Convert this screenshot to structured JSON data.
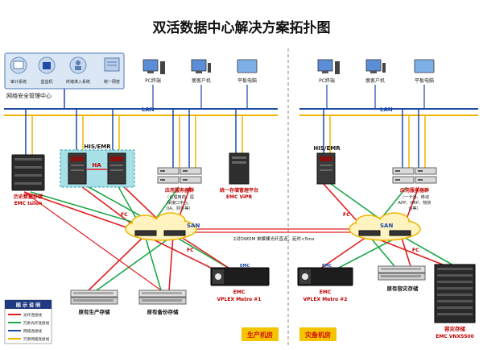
{
  "title": "双活数据中心解决方案拓扑图",
  "mgmt_center": {
    "label": "网络安全管理中心",
    "systems": [
      "审计系统",
      "堡垒机",
      "终端准入系统",
      "统一网管"
    ]
  },
  "lan_label": "LAN",
  "san_label": "SAN",
  "fc_label": "FC",
  "left": {
    "pc": "PC终端",
    "thin_client": "瘦客户机",
    "tablet": "平板电脑",
    "his_emr": "HIS/EMR",
    "ha": "HA",
    "history_storage": [
      "历史数据存储",
      "EMC Isilon"
    ],
    "app_cluster": [
      "应用服务器群",
      "（合理用药、医",
      "保接口平台、",
      "OA、财务等）"
    ],
    "unified_storage": [
      "统一存储管理平台",
      "EMC ViPR"
    ],
    "vplex_brand": "EMC",
    "vplex": [
      "EMC",
      "VPLEX Metro #1"
    ],
    "prod_storage": "原有生产存储",
    "backup_storage": "原有备份存储",
    "room": "生产机房"
  },
  "right": {
    "pc": "PC终端",
    "thin_client": "瘦客户机",
    "tablet": "平板电脑",
    "his_emr": "HIS/EMR",
    "app_cluster": [
      "应用服务器群",
      "（一卡通、移动",
      "APP、HRP、物资",
      "合等）"
    ],
    "vplex_brand": "EMC",
    "vplex": [
      "EMC",
      "VPLEX Metro #2"
    ],
    "dr_storage_old": "原有容灾存储",
    "dr_storage": [
      "容灾存储",
      "EMC VNX5500"
    ],
    "room": "灾备机房"
  },
  "link_label": "2对DWDM 单模裸光纤直连，延时<5ms",
  "legend": {
    "title": "图 示 说 明",
    "items": [
      {
        "label": "光纤连接线",
        "color": "#e02020"
      },
      {
        "label": "冗余光纤连接线",
        "color": "#1fa84a"
      },
      {
        "label": "网络连接线",
        "color": "#1f4aa8"
      },
      {
        "label": "冗余网络连接线",
        "color": "#f0b400"
      }
    ]
  },
  "colors": {
    "red_line": "#e02020",
    "green_line": "#1fa84a",
    "blue_line": "#1f4aa8",
    "yellow_line": "#f0b400",
    "room_label_bg": "#f5c400",
    "room_label_text": "#d01010"
  }
}
